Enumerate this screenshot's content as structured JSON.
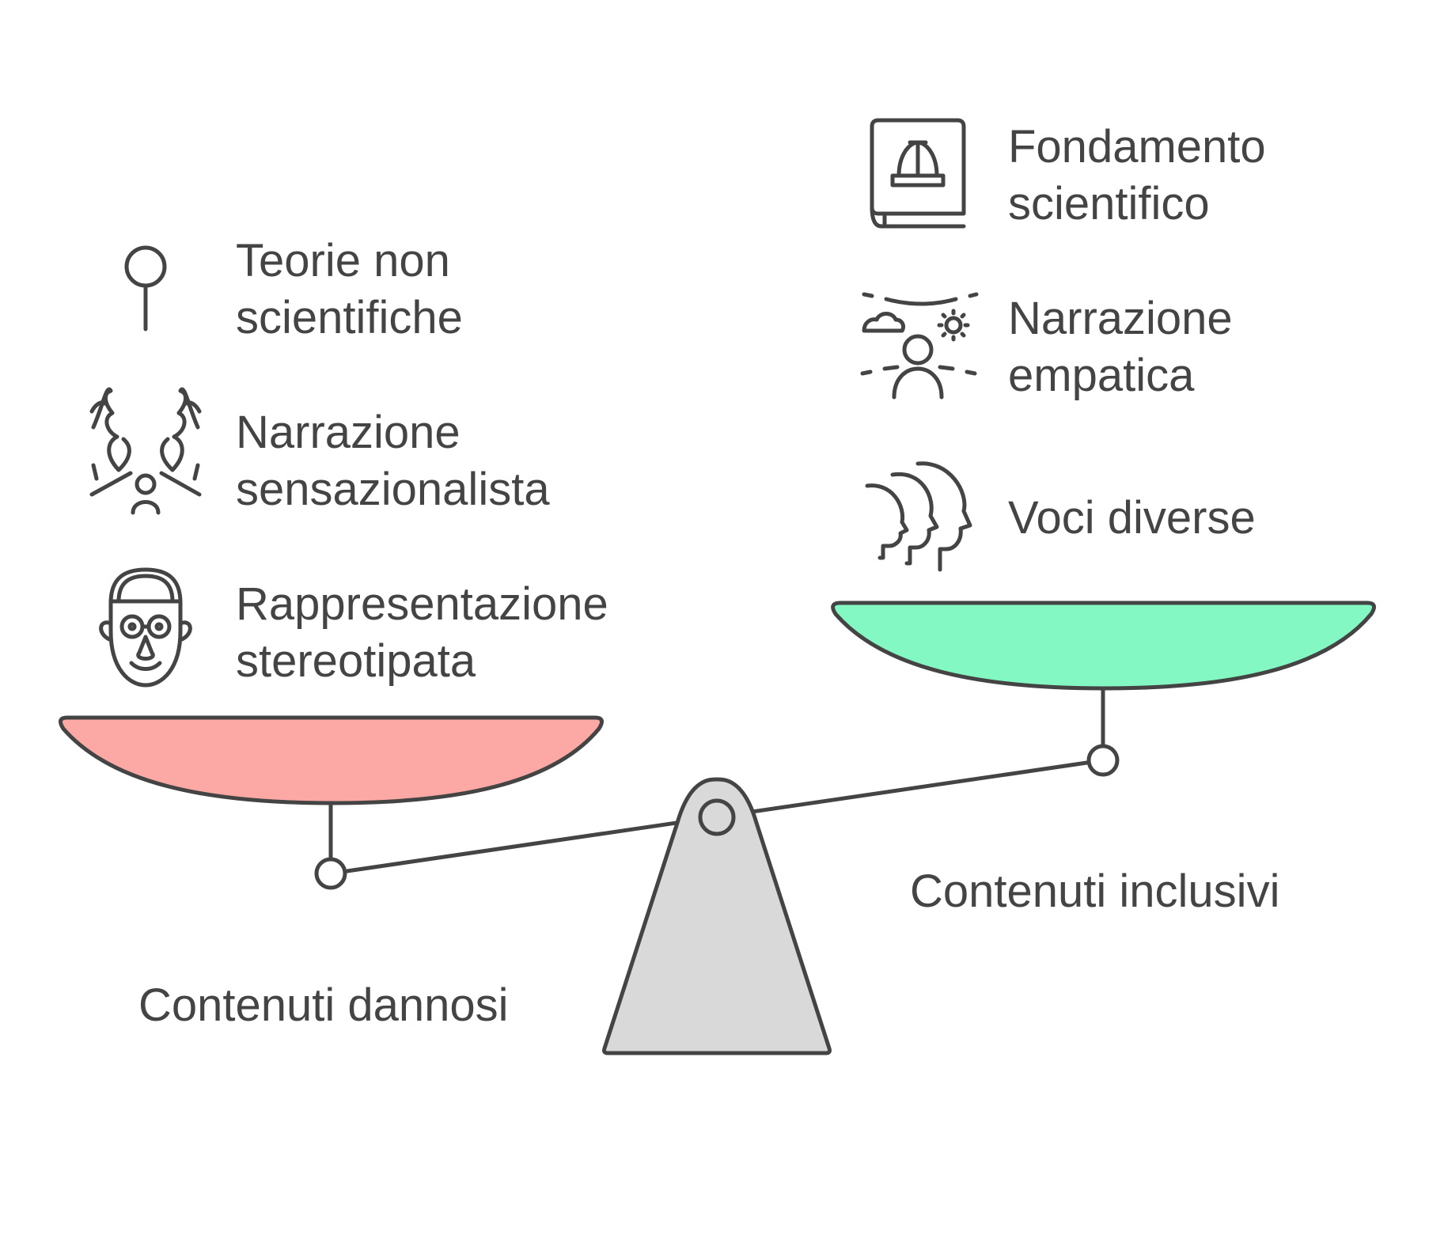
{
  "left_side": {
    "label": "Contenuti dannosi",
    "pan_color": "#FCA9A5",
    "items": [
      {
        "icon": "pin-icon",
        "line1": "Teorie non",
        "line2": "scientifiche"
      },
      {
        "icon": "sensational-storm-icon",
        "line1": "Narrazione",
        "line2": "sensazionalista"
      },
      {
        "icon": "stereotype-face-icon",
        "line1": "Rappresentazione",
        "line2": "stereotipata"
      }
    ]
  },
  "right_side": {
    "label": "Contenuti inclusivi",
    "pan_color": "#84F8C2",
    "items": [
      {
        "icon": "science-book-icon",
        "line1": "Fondamento",
        "line2": "scientifico"
      },
      {
        "icon": "empathic-person-icon",
        "line1": "Narrazione",
        "line2": "empatica"
      },
      {
        "icon": "diverse-faces-icon",
        "line1": "Voci diverse"
      }
    ]
  },
  "colors": {
    "stroke": "#444444",
    "fulcrum": "#D9D9D9",
    "text": "#444444"
  }
}
